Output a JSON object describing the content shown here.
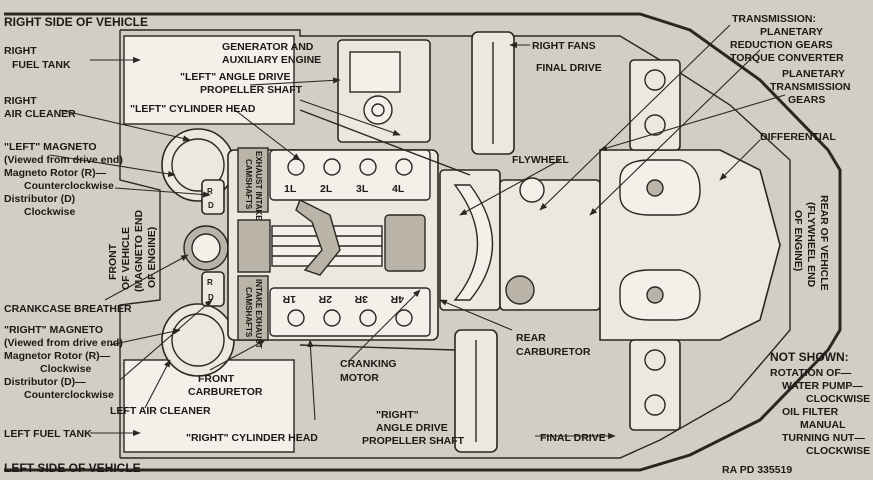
{
  "edges": {
    "top": "RIGHT SIDE OF VEHICLE",
    "bottom": "LEFT SIDE OF VEHICLE",
    "front": [
      "FRONT",
      "OF VEHICLE",
      "(MAGNETO END",
      "OF ENGINE)"
    ],
    "rear": [
      "REAR OF VEHICLE",
      "(FLYWHEEL END",
      "OF ENGINE)"
    ]
  },
  "labels": {
    "right_fuel_tank": [
      "RIGHT",
      "FUEL TANK"
    ],
    "right_air_cleaner": [
      "RIGHT",
      "AIR CLEANER"
    ],
    "left_magneto": [
      "\"LEFT\" MAGNETO",
      "(Viewed from drive end)",
      "Magneto Rotor (R)—",
      "Counterclockwise",
      "Distributor (D)",
      "Clockwise"
    ],
    "crankcase_breather": "CRANKCASE BREATHER",
    "right_magneto": [
      "\"RIGHT\" MAGNETO",
      "(Viewed from drive end)",
      "Magnetor Rotor (R)—",
      "Clockwise",
      "Distributor (D)—",
      "Counterclockwise"
    ],
    "left_air_cleaner": "LEFT AIR CLEANER",
    "left_fuel_tank": "LEFT FUEL TANK",
    "generator": [
      "GENERATOR AND",
      "AUXILIARY ENGINE"
    ],
    "left_angle_drive": [
      "\"LEFT\" ANGLE DRIVE",
      "PROPELLER SHAFT"
    ],
    "left_cylinder_head": "\"LEFT\" CYLINDER HEAD",
    "right_fans": "RIGHT FANS",
    "final_drive_top": "FINAL DRIVE",
    "transmission": [
      "TRANSMISSION:",
      "PLANETARY",
      "REDUCTION GEARS",
      "TORQUE CONVERTER",
      "PLANETARY",
      "TRANSMISSION",
      "GEARS"
    ],
    "differential": "DIFFERENTIAL",
    "flywheel": "FLYWHEEL",
    "front_carburetor": [
      "FRONT",
      "CARBURETOR"
    ],
    "cranking_motor": [
      "CRANKING",
      "MOTOR"
    ],
    "rear_carburetor": [
      "REAR",
      "CARBURETOR"
    ],
    "right_cylinder_head": "\"RIGHT\" CYLINDER HEAD",
    "right_angle_drive": [
      "\"RIGHT\"",
      "ANGLE DRIVE",
      "PROPELLER SHAFT"
    ],
    "final_drive_bottom": "FINAL DRIVE",
    "not_shown_title": "NOT SHOWN:",
    "not_shown_items": [
      "ROTATION OF—",
      "WATER PUMP—",
      "CLOCKWISE",
      "OIL FILTER",
      "MANUAL",
      "TURNING NUT—",
      "CLOCKWISE"
    ],
    "ref": "RA PD 335519"
  },
  "engine": {
    "left_cylinders": [
      "1L",
      "2L",
      "3L",
      "4L"
    ],
    "right_cylinders": [
      "1R",
      "2R",
      "3R",
      "4R"
    ],
    "left_camshaft_tag": [
      "EXHAUST INTAKE",
      "CAMSHAFTS"
    ],
    "right_camshaft_tag": [
      "INTAKE EXHAUST",
      "CAMSHAFTS"
    ],
    "magneto_marks": [
      "R",
      "D",
      "R",
      "D"
    ]
  }
}
